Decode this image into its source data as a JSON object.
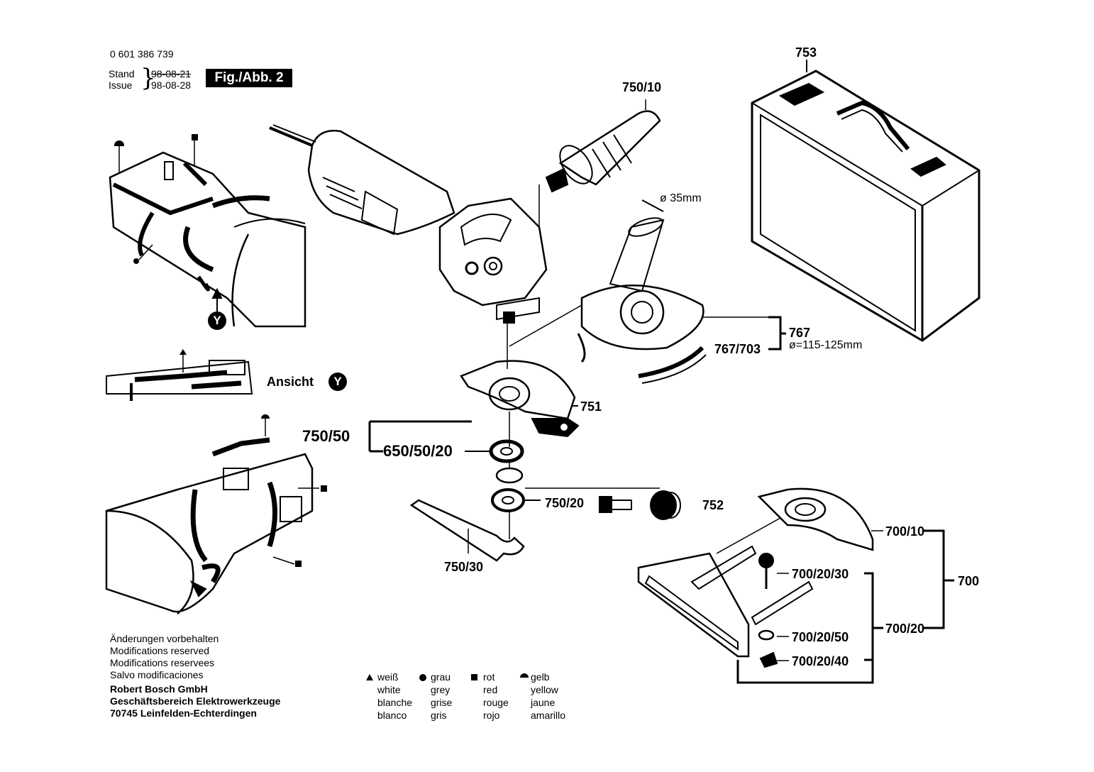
{
  "header": {
    "part_number": "0 601 386 739",
    "stand_label": "Stand",
    "issue_label": "Issue",
    "stand_date": "98-08-21",
    "issue_date": "98-08-28",
    "figure_label": "Fig./Abb. 2"
  },
  "callouts": {
    "c753": "753",
    "c750_10": "750/10",
    "dia35": "ø 35mm",
    "c767": "767",
    "c767_703": "767/703",
    "dia_range": "ø=115-125mm",
    "c751": "751",
    "c750_50": "750/50",
    "c650_50_20": "650/50/20",
    "c750_20": "750/20",
    "c752": "752",
    "c750_30": "750/30",
    "c700_10": "700/10",
    "c700": "700",
    "c700_20_30": "700/20/30",
    "c700_20": "700/20",
    "c700_20_50": "700/20/50",
    "c700_20_40": "700/20/40"
  },
  "view": {
    "ansicht_label": "Ansicht",
    "y_marker": "Y"
  },
  "footer": {
    "notes": [
      "Änderungen vorbehalten",
      "Modifications reserved",
      "Modifications reservees",
      "Salvo modificaciones"
    ],
    "company": [
      "Robert Bosch GmbH",
      "Geschäftsbereich Elektrowerkzeuge",
      "70745 Leinfelden-Echterdingen"
    ]
  },
  "legend": [
    {
      "symbol": "triangle",
      "lines": [
        "weiß",
        "white",
        "blanche",
        "blanco"
      ]
    },
    {
      "symbol": "circle",
      "lines": [
        "grau",
        "grey",
        "grise",
        "gris"
      ]
    },
    {
      "symbol": "square",
      "lines": [
        "rot",
        "red",
        "rouge",
        "rojo"
      ]
    },
    {
      "symbol": "half-circle",
      "lines": [
        "gelb",
        "yellow",
        "jaune",
        "amarillo"
      ]
    }
  ],
  "colors": {
    "ink": "#000000",
    "paper": "#ffffff"
  }
}
